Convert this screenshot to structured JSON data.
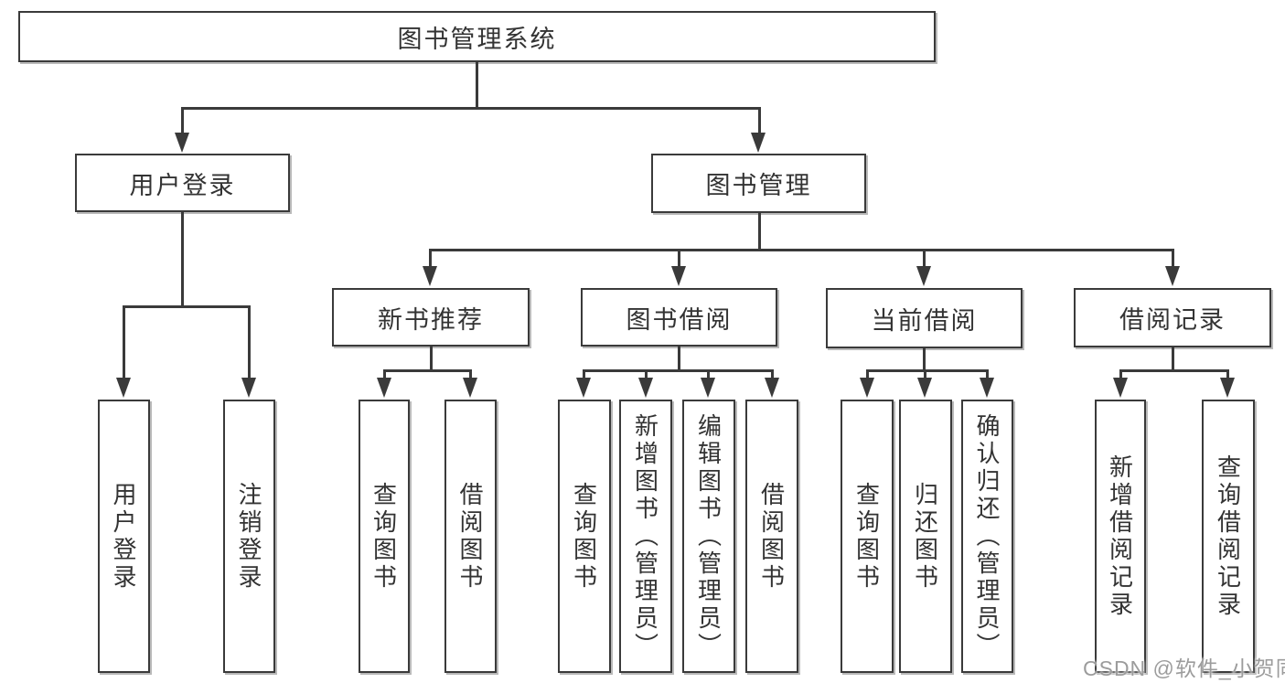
{
  "diagram_type": "hierarchy-tree",
  "tree": {
    "label": "图书管理系统",
    "children": [
      {
        "label": "用户登录",
        "children": [
          {
            "label": "用户登录"
          },
          {
            "label": "注销登录"
          }
        ]
      },
      {
        "label": "图书管理",
        "children": [
          {
            "label": "新书推荐",
            "children": [
              {
                "label": "查询图书"
              },
              {
                "label": "借阅图书"
              }
            ]
          },
          {
            "label": "图书借阅",
            "children": [
              {
                "label": "查询图书"
              },
              {
                "label": "新增图书（管理员）"
              },
              {
                "label": "编辑图书（管理员）"
              },
              {
                "label": "借阅图书"
              }
            ]
          },
          {
            "label": "当前借阅",
            "children": [
              {
                "label": "查询图书"
              },
              {
                "label": "归还图书"
              },
              {
                "label": "确认归还（管理员）"
              }
            ]
          },
          {
            "label": "借阅记录",
            "children": [
              {
                "label": "新增借阅记录"
              },
              {
                "label": "查询借阅记录"
              }
            ]
          }
        ]
      }
    ]
  },
  "watermark": {
    "text": "CSDN @软件_小贺同学"
  },
  "colors": {
    "line": "#3a3a3a",
    "text": "#333333",
    "background": "#ffffff",
    "watermark": "#9c9c9c"
  }
}
